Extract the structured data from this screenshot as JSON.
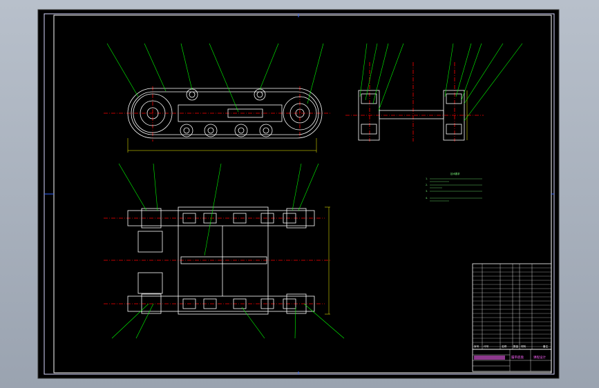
{
  "drawing": {
    "views": [
      "side-elevation",
      "end-view",
      "top-plan"
    ],
    "colors": {
      "background": "#000000",
      "frame": "#ffffff",
      "outline": "#ffffff",
      "leader": "#00ff00",
      "centerline": "#ff0000",
      "dimension": "#ffff00",
      "text": "#ffff66",
      "stamp": "#ff66ff",
      "border_blue": "#3366ff"
    }
  },
  "notes": {
    "heading": "技术要求",
    "items": [
      "1.",
      "2.",
      "3.",
      "4."
    ]
  },
  "title_block": {
    "headers": [
      "序号",
      "代号",
      "名称",
      "数量",
      "材料",
      "备注"
    ],
    "drawing_title": "履带底盘",
    "stamp": "课程设计"
  }
}
